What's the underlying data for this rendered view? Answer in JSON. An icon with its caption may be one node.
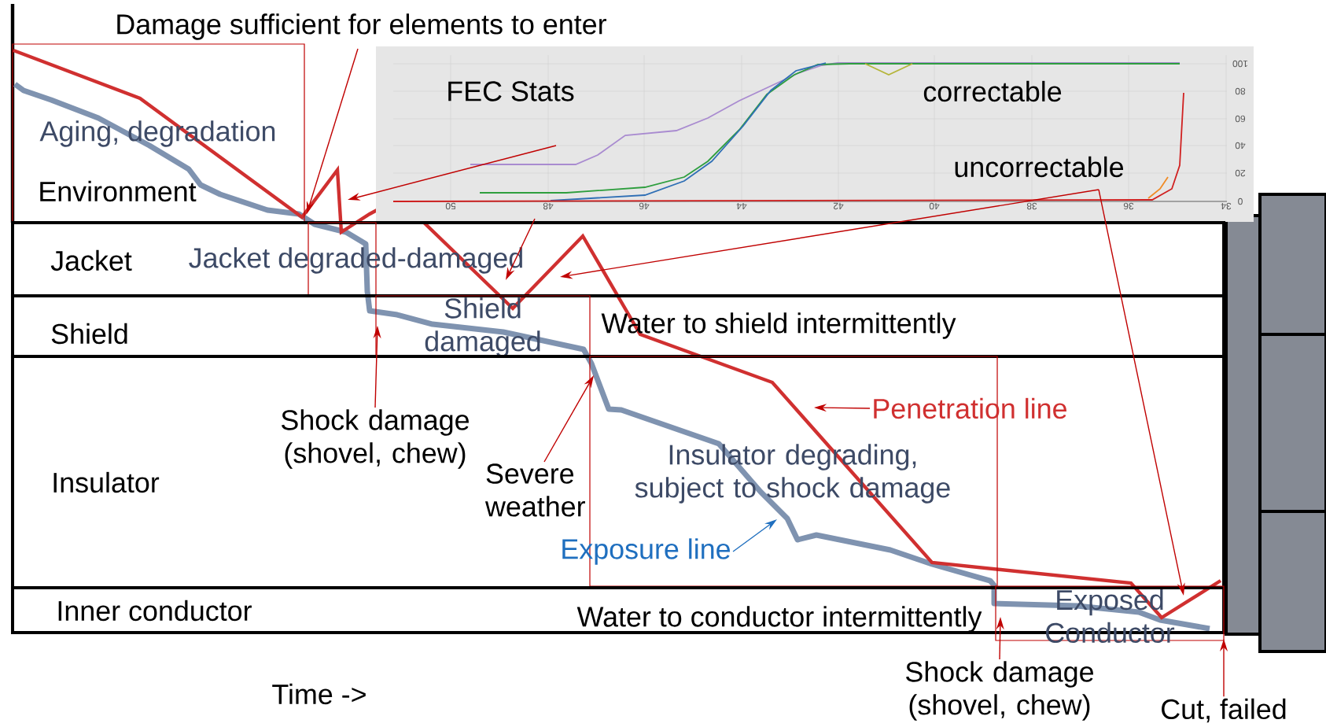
{
  "diagram": {
    "title": "Damage sufficient for elements to enter",
    "nodes": [
      {
        "text": [
          "FEC Stats",
          "correctable",
          "uncorrectable"
        ]
      },
      {
        "text": [
          "Aging, degradation",
          "Environment"
        ]
      },
      {
        "text": [
          "Jacket"
        ]
      },
      {
        "text": [
          "Jacket degraded-damaged"
        ],
        "in": 2
      },
      {
        "text": [
          "Shield",
          "Water to shield intermittently"
        ]
      },
      {
        "text": [
          "Shield damaged"
        ],
        "in": 4
      },
      {
        "text": [
          "Insulator"
        ]
      },
      {
        "text": [
          "Insulator degrading, subject to shock damage"
        ],
        "in": 6
      },
      {
        "text": [
          "Inner conductor",
          "Water to conductor intermittently"
        ]
      },
      {
        "text": [
          "Exposed Conductor"
        ]
      },
      {
        "text": [
          "Shock damage (shovel, chew)"
        ],
        "in": 6
      },
      {
        "text": [
          "Severe weather"
        ],
        "in": 6
      },
      {
        "text": [
          "Exposure line"
        ],
        "in": 6
      },
      {
        "text": [
          "Penetration line"
        ],
        "in": 6
      },
      {
        "text": [
          "Shock damage (shovel, chew)"
        ]
      },
      {
        "text": [
          "Cut, failed"
        ]
      }
    ],
    "edges": [
      {
        "from": 10,
        "to": 5,
        "arrow": "to"
      },
      {
        "from": 11,
        "to": 7,
        "arrow": "to"
      },
      {
        "from": 12,
        "to": 7,
        "arrow": "to",
        "color": "#1f6fbf"
      },
      {
        "from": 13,
        "to": 7,
        "arrow": "to"
      },
      {
        "from": 14,
        "to": 9,
        "arrow": "to"
      },
      {
        "from": 15,
        "to": 9,
        "arrow": "to"
      },
      {
        "from": null,
        "to": 1,
        "arrow": "to"
      },
      {
        "from": 0,
        "to": null,
        "arrow": "to"
      },
      {
        "from": 0,
        "to": 3,
        "arrow": "to"
      },
      {
        "from": 0,
        "to": null,
        "arrow": "to"
      },
      {
        "from": 0,
        "to": 9,
        "arrow": "to"
      }
    ],
    "labels": [
      "100",
      "80",
      "60",
      "40",
      "20",
      "0",
      "50",
      "48",
      "46",
      "44",
      "42",
      "40",
      "38",
      "36",
      "34",
      "Time ->"
    ]
  }
}
